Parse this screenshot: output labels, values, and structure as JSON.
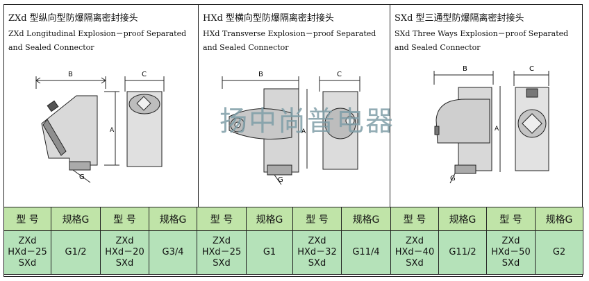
{
  "panels": [
    {
      "code": "ZXd",
      "title_cn": "型纵向型防爆隔离密封接头",
      "title_en": "ZXd Longitudinal Explosion－proof Separated and Sealed Connector"
    },
    {
      "code": "HXd",
      "title_cn": "型横向型防爆隔离密封接头",
      "title_en": "HXd Transverse Explosion－proof Separated and Sealed Connector"
    },
    {
      "code": "SXd",
      "title_cn": "型三通型防爆隔离密封接头",
      "title_en": "SXd Three Ways Explosion－proof Separated and Sealed Connector"
    }
  ],
  "dimension_labels": {
    "b": "B",
    "c": "C",
    "a": "A",
    "g": "G"
  },
  "watermark": "扬中尚普电器",
  "table": {
    "header": [
      "型 号",
      "规格G",
      "型 号",
      "规格G",
      "型 号",
      "规格G",
      "型 号",
      "规格G",
      "型 号",
      "规格G",
      "型 号",
      "规格G"
    ],
    "rows": [
      {
        "model": [
          "ZXd",
          "HXd－25",
          "SXd"
        ],
        "spec": "G1/2"
      },
      {
        "model": [
          "ZXd",
          "HXd－20",
          "SXd"
        ],
        "spec": "G3/4"
      },
      {
        "model": [
          "ZXd",
          "HXd－25",
          "SXd"
        ],
        "spec": "G1"
      },
      {
        "model": [
          "ZXd",
          "HXd－32",
          "SXd"
        ],
        "spec": "G11/4"
      },
      {
        "model": [
          "ZXd",
          "HXd－40",
          "SXd"
        ],
        "spec": "G11/2"
      },
      {
        "model": [
          "ZXd",
          "HXd－50",
          "SXd"
        ],
        "spec": "G2"
      }
    ]
  }
}
